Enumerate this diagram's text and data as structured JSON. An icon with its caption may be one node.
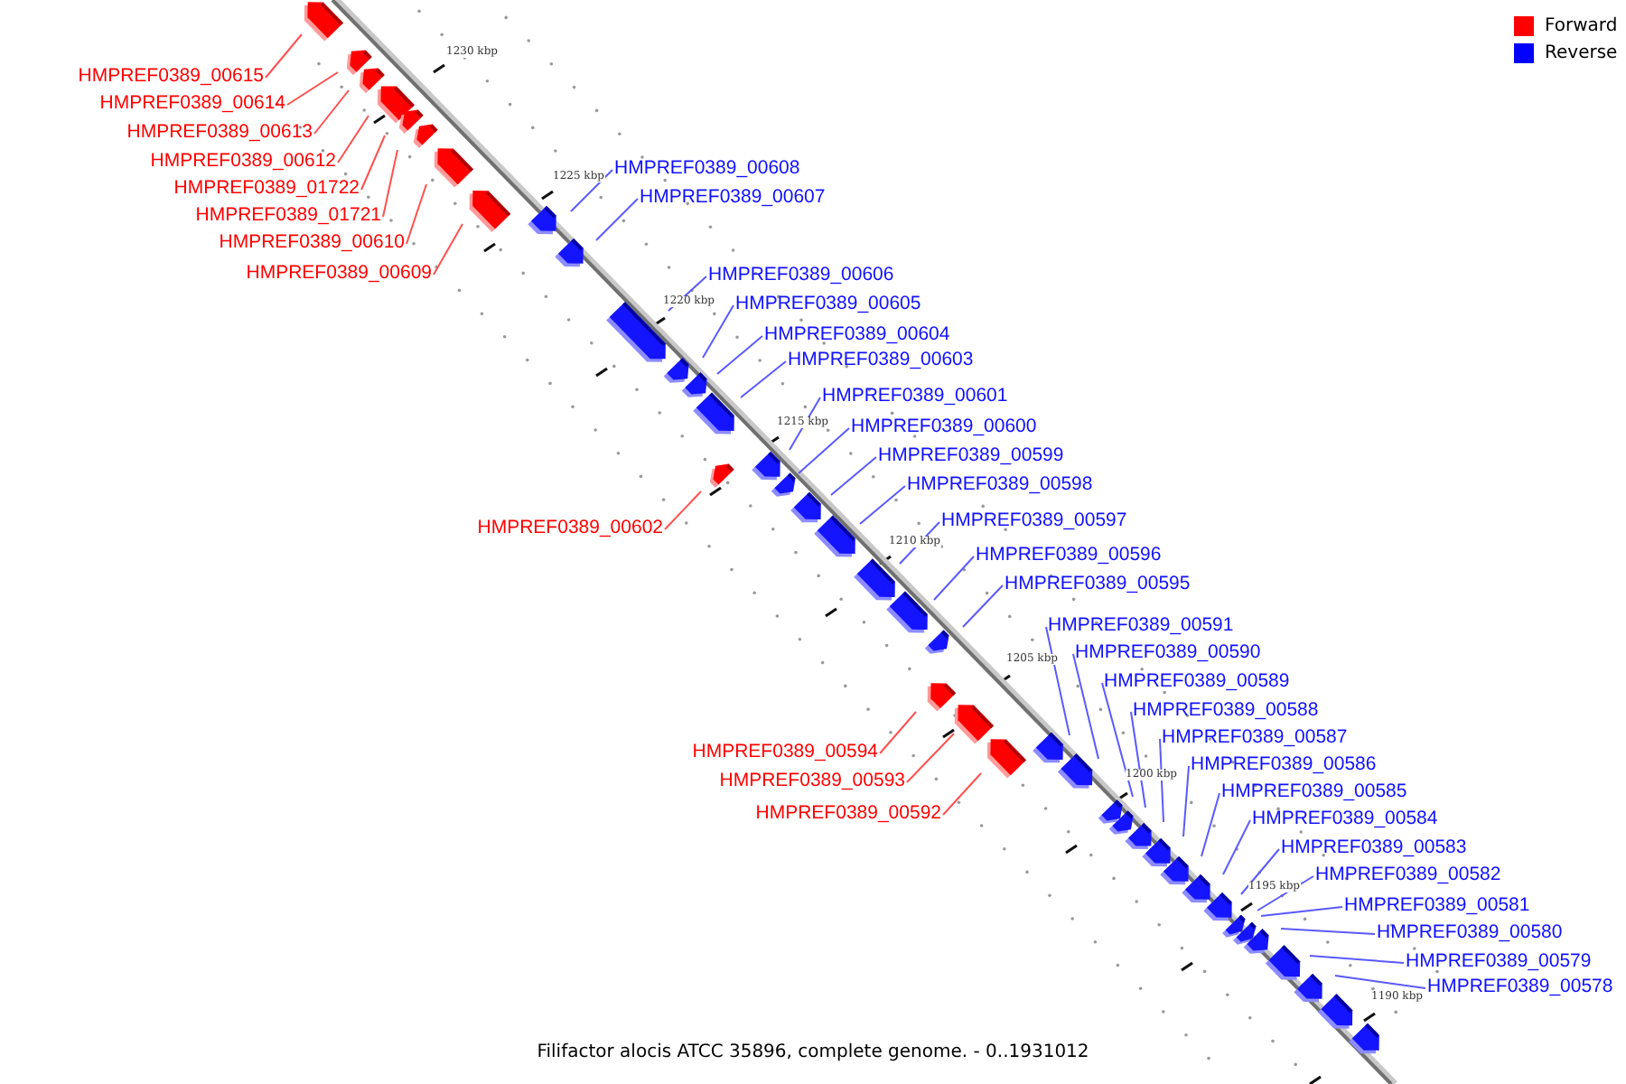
{
  "diagram": {
    "caption": "Filifactor alocis ATCC 35896, complete genome. - 0..1931012",
    "nodes": [
      {
        "text": [
          "HMPREF0389_00615"
        ]
      },
      {
        "text": [],
        "shape": "arrow"
      },
      {
        "text": [
          "HMPREF0389_00614"
        ]
      },
      {
        "text": [],
        "shape": "arrow"
      },
      {
        "text": [
          "HMPREF0389_00613"
        ]
      },
      {
        "text": [],
        "shape": "arrow"
      },
      {
        "text": [
          "HMPREF0389_00612"
        ]
      },
      {
        "text": [],
        "shape": "arrow"
      },
      {
        "text": [
          "HMPREF0389_01722"
        ]
      },
      {
        "text": [],
        "shape": "arrow"
      },
      {
        "text": [
          "HMPREF0389_01721"
        ]
      },
      {
        "text": [],
        "shape": "arrow"
      },
      {
        "text": [
          "HMPREF0389_00610"
        ]
      },
      {
        "text": [],
        "shape": "arrow"
      },
      {
        "text": [
          "HMPREF0389_00609"
        ]
      },
      {
        "text": [],
        "shape": "arrow"
      },
      {
        "text": [
          "HMPREF0389_00608"
        ]
      },
      {
        "text": [],
        "shape": "arrow"
      },
      {
        "text": [
          "HMPREF0389_00607"
        ]
      },
      {
        "text": [],
        "shape": "arrow"
      },
      {
        "text": [
          "HMPREF0389_00606"
        ]
      },
      {
        "text": [],
        "shape": "arrow"
      },
      {
        "text": [
          "HMPREF0389_00605"
        ]
      },
      {
        "text": [],
        "shape": "arrow"
      },
      {
        "text": [
          "HMPREF0389_00604"
        ]
      },
      {
        "text": [],
        "shape": "arrow"
      },
      {
        "text": [
          "HMPREF0389_00603"
        ]
      },
      {
        "text": [],
        "shape": "arrow"
      },
      {
        "text": [
          "HMPREF0389_00601"
        ]
      },
      {
        "text": [],
        "shape": "arrow"
      },
      {
        "text": [
          "HMPREF0389_00600"
        ]
      },
      {
        "text": [],
        "shape": "arrow"
      },
      {
        "text": [
          "HMPREF0389_00599"
        ]
      },
      {
        "text": [],
        "shape": "arrow"
      },
      {
        "text": [
          "HMPREF0389_00598"
        ]
      },
      {
        "text": [],
        "shape": "arrow"
      },
      {
        "text": [
          "HMPREF0389_00602"
        ]
      },
      {
        "text": [],
        "shape": "arrow"
      },
      {
        "text": [
          "HMPREF0389_00597"
        ]
      },
      {
        "text": [],
        "shape": "arrow"
      },
      {
        "text": [
          "HMPREF0389_00596"
        ]
      },
      {
        "text": [],
        "shape": "arrow"
      },
      {
        "text": [
          "HMPREF0389_00595"
        ]
      },
      {
        "text": [],
        "shape": "arrow"
      },
      {
        "text": [
          "HMPREF0389_00591"
        ]
      },
      {
        "text": [],
        "shape": "arrow"
      },
      {
        "text": [
          "HMPREF0389_00590"
        ]
      },
      {
        "text": [],
        "shape": "arrow"
      },
      {
        "text": [
          "HMPREF0389_00594"
        ]
      },
      {
        "text": [],
        "shape": "arrow"
      },
      {
        "text": [
          "HMPREF0389_00593"
        ]
      },
      {
        "text": [],
        "shape": "arrow"
      },
      {
        "text": [
          "HMPREF0389_00592"
        ]
      },
      {
        "text": [],
        "shape": "arrow"
      },
      {
        "text": [
          "HMPREF0389_00589"
        ]
      },
      {
        "text": [],
        "shape": "arrow"
      },
      {
        "text": [
          "HMPREF0389_00588"
        ]
      },
      {
        "text": [],
        "shape": "arrow"
      },
      {
        "text": [
          "HMPREF0389_00587"
        ]
      },
      {
        "text": [],
        "shape": "arrow"
      },
      {
        "text": [
          "HMPREF0389_00586"
        ]
      },
      {
        "text": [],
        "shape": "arrow"
      },
      {
        "text": [
          "HMPREF0389_00585"
        ]
      },
      {
        "text": [],
        "shape": "arrow"
      },
      {
        "text": [
          "HMPREF0389_00584"
        ]
      },
      {
        "text": [],
        "shape": "arrow"
      },
      {
        "text": [
          "HMPREF0389_00583"
        ]
      },
      {
        "text": [],
        "shape": "arrow"
      },
      {
        "text": [
          "HMPREF0389_00582"
        ]
      },
      {
        "text": [],
        "shape": "arrow"
      },
      {
        "text": [
          "HMPREF0389_00581"
        ]
      },
      {
        "text": [],
        "shape": "arrow"
      },
      {
        "text": [
          "HMPREF0389_00580"
        ]
      },
      {
        "text": [],
        "shape": "arrow"
      },
      {
        "text": [
          "HMPREF0389_00579"
        ]
      },
      {
        "text": [],
        "shape": "arrow"
      },
      {
        "text": [
          "HMPREF0389_00578"
        ]
      },
      {
        "text": [],
        "shape": "arrow"
      },
      {
        "text": [],
        "shape": "arrow"
      },
      {
        "text": [],
        "shape": "arrow"
      }
    ],
    "edges": [
      {
        "from": 0,
        "to": 1,
        "arrow": "none",
        "color": "#ff5050"
      },
      {
        "from": 2,
        "to": 3,
        "arrow": "none",
        "color": "#ff5050"
      },
      {
        "from": 4,
        "to": 5,
        "arrow": "none",
        "color": "#ff5050"
      },
      {
        "from": 6,
        "to": 7,
        "arrow": "none",
        "color": "#ff5050"
      },
      {
        "from": 8,
        "to": 9,
        "arrow": "none",
        "color": "#ff5050"
      },
      {
        "from": 10,
        "to": 11,
        "arrow": "none",
        "color": "#ff5050"
      },
      {
        "from": 12,
        "to": 13,
        "arrow": "none",
        "color": "#ff5050"
      },
      {
        "from": 14,
        "to": 15,
        "arrow": "none",
        "color": "#ff5050"
      },
      {
        "from": 16,
        "to": 17,
        "arrow": "none"
      },
      {
        "from": 18,
        "to": 19,
        "arrow": "none"
      },
      {
        "from": 20,
        "to": 21,
        "arrow": "none"
      },
      {
        "from": 22,
        "to": 23,
        "arrow": "none"
      },
      {
        "from": 24,
        "to": 25,
        "arrow": "none"
      },
      {
        "from": 26,
        "to": 27,
        "arrow": "none"
      },
      {
        "from": 28,
        "to": 29,
        "arrow": "none"
      },
      {
        "from": 30,
        "to": 31,
        "arrow": "none"
      },
      {
        "from": 32,
        "to": 33,
        "arrow": "none"
      },
      {
        "from": 34,
        "to": 35,
        "arrow": "none"
      },
      {
        "from": 36,
        "to": 37,
        "arrow": "none",
        "color": "#ff5050"
      },
      {
        "from": 38,
        "to": 39,
        "arrow": "none"
      },
      {
        "from": 40,
        "to": 41,
        "arrow": "none"
      },
      {
        "from": 42,
        "to": 43,
        "arrow": "none"
      },
      {
        "from": 44,
        "to": 45,
        "arrow": "none"
      },
      {
        "from": 46,
        "to": 47,
        "arrow": "none"
      },
      {
        "from": 48,
        "to": 49,
        "arrow": "none",
        "color": "#ff5050"
      },
      {
        "from": 50,
        "to": 51,
        "arrow": "none",
        "color": "#ff5050"
      },
      {
        "from": 52,
        "to": 53,
        "arrow": "none",
        "color": "#ff5050"
      },
      {
        "from": 54,
        "to": 55,
        "arrow": "none"
      },
      {
        "from": 56,
        "to": 57,
        "arrow": "none"
      },
      {
        "from": 58,
        "to": 59,
        "arrow": "none"
      },
      {
        "from": 60,
        "to": 61,
        "arrow": "none"
      },
      {
        "from": 62,
        "to": 63,
        "arrow": "none"
      },
      {
        "from": 64,
        "to": 65,
        "arrow": "none"
      },
      {
        "from": 66,
        "to": 67,
        "arrow": "none"
      },
      {
        "from": 68,
        "to": 69,
        "arrow": "none"
      },
      {
        "from": 70,
        "to": 71,
        "arrow": "none"
      },
      {
        "from": 72,
        "to": 73,
        "arrow": "none"
      },
      {
        "from": 74,
        "to": 75,
        "arrow": "none"
      },
      {
        "from": 76,
        "to": 77,
        "arrow": "none"
      }
    ],
    "labels": [
      "1230 kbp",
      "1225 kbp",
      "1220 kbp",
      "1215 kbp",
      "1210 kbp",
      "1205 kbp",
      "1200 kbp",
      "1195 kbp",
      "1190 kbp"
    ],
    "legend": [
      {
        "text": "Forward",
        "color": "#ff0000"
      },
      {
        "text": "Reverse",
        "color": "#0000ff"
      }
    ]
  }
}
